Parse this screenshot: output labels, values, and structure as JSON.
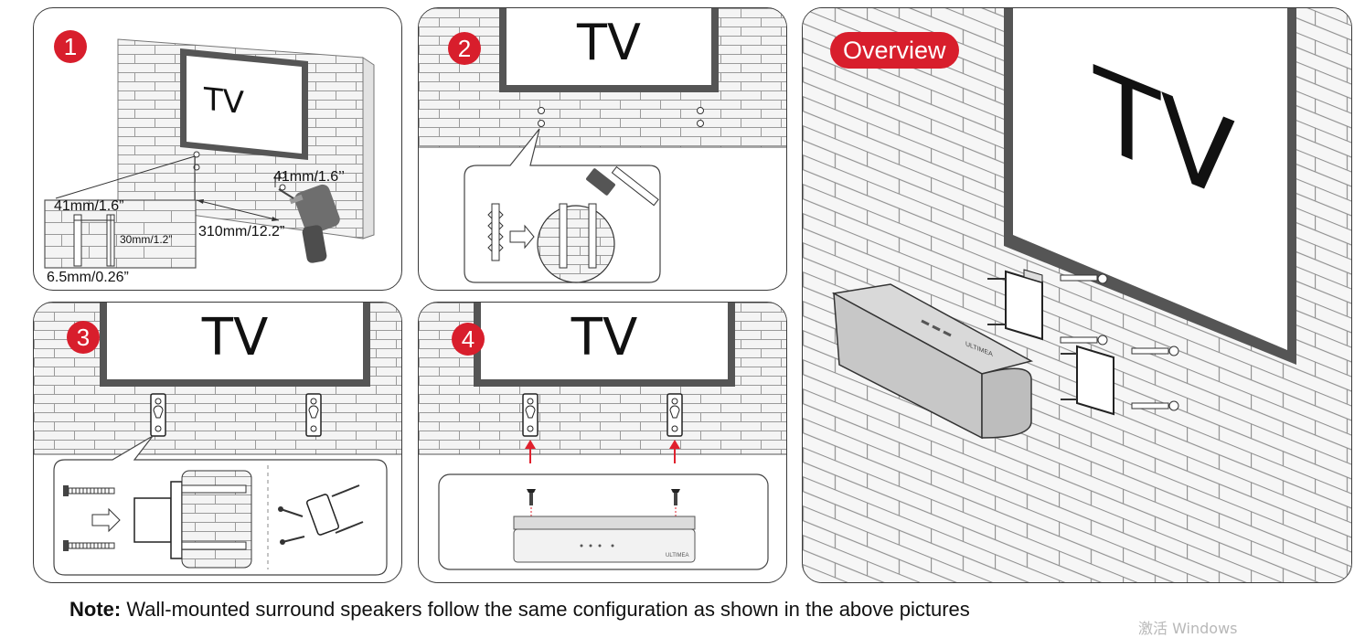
{
  "steps": {
    "step1": {
      "badge": "1",
      "tv": "TV",
      "dim_vertical_hole": "41mm/1.6’’",
      "dim_horizontal_spacing": "310mm/12.2”",
      "inset_width": "41mm/1.6”",
      "inset_depth": "30mm/1.2”",
      "inset_diameter": "6.5mm/0.26”"
    },
    "step2": {
      "badge": "2",
      "tv": "TV"
    },
    "step3": {
      "badge": "3",
      "tv": "TV"
    },
    "step4": {
      "badge": "4",
      "tv": "TV",
      "brand": "ULTIMEA"
    },
    "overview": {
      "label": "Overview",
      "tv": "TV",
      "brand": "ULTIMEA"
    }
  },
  "note": {
    "prefix": "Note:",
    "text": " Wall-mounted surround speakers follow the same configuration as shown in the above pictures"
  },
  "watermark": "激活 Windows",
  "colors": {
    "accent": "#d81e2c",
    "brick": "#f2f2f2",
    "mortar": "#8a8a8a",
    "tv_frame": "#5a5a5a",
    "arrow": "#e0202d"
  }
}
